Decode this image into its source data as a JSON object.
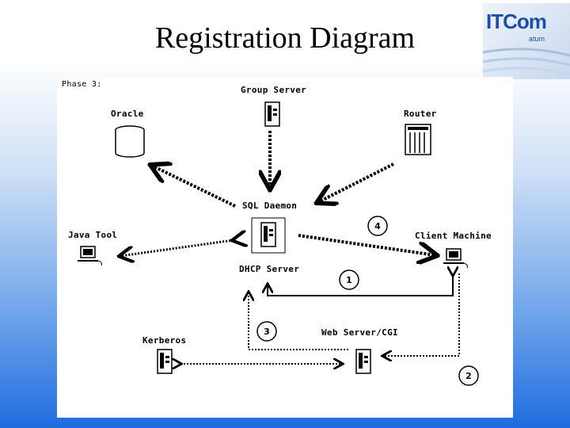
{
  "slide": {
    "title": "Registration Diagram"
  },
  "logo": {
    "main": "ITCom",
    "sub": "atum"
  },
  "diagram": {
    "phase_label": "Phase 3:",
    "nodes": {
      "group_server": "Group Server",
      "oracle": "Oracle",
      "router": "Router",
      "sql_daemon": "SQL Daemon",
      "java_tool": "Java Tool",
      "client_machine": "Client Machine",
      "dhcp_server": "DHCP Server",
      "kerberos": "Kerberos",
      "web_server": "Web Server/CGI"
    },
    "step_markers": [
      "1",
      "2",
      "3",
      "4"
    ]
  },
  "colors": {
    "ink": "#000000",
    "panel": "#ffffff",
    "accent": "#1d4fa8"
  }
}
